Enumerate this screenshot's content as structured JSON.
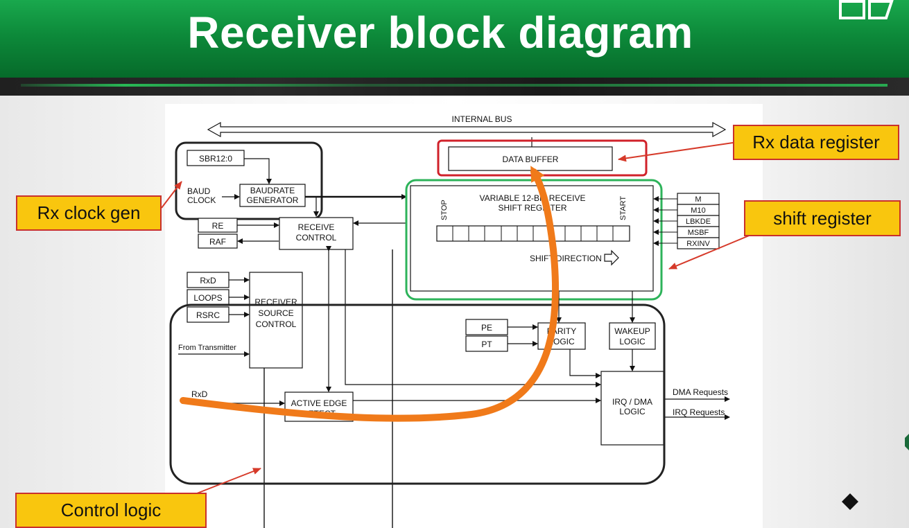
{
  "slide": {
    "title": "Receiver block diagram"
  },
  "diagram": {
    "internal_bus": "INTERNAL BUS",
    "data_buffer": "DATA BUFFER",
    "sbr": "SBR12:0",
    "baud_clock_1": "BAUD",
    "baud_clock_2": "CLOCK",
    "baudrate_gen_1": "BAUDRATE",
    "baudrate_gen_2": "GENERATOR",
    "re": "RE",
    "raf": "RAF",
    "receive_control_1": "RECEIVE",
    "receive_control_2": "CONTROL",
    "shift_reg_1": "VARIABLE 12-BIT RECEIVE",
    "shift_reg_2": "SHIFT REGISTER",
    "stop": "STOP",
    "start": "START",
    "shift_direction": "SHIFT DIRECTION",
    "m": "M",
    "m10": "M10",
    "lbkde": "LBKDE",
    "msbf": "MSBF",
    "rxinv": "RXINV",
    "rxd_box": "RxD",
    "loops": "LOOPS",
    "rsrc": "RSRC",
    "receiver_source_1": "RECEIVER",
    "receiver_source_2": "SOURCE",
    "receiver_source_3": "CONTROL",
    "from_transmitter": "From Transmitter",
    "rxd_line": "RxD",
    "active_edge_1": "ACTIVE EDGE",
    "active_edge_2": "DETECT",
    "pe": "PE",
    "pt": "PT",
    "parity_1": "PARITY",
    "parity_2": "LOGIC",
    "wakeup_1": "WAKEUP",
    "wakeup_2": "LOGIC",
    "irq_dma_1": "IRQ / DMA",
    "irq_dma_2": "LOGIC",
    "dma_requests": "DMA Requests",
    "irq_requests": "IRQ Requests"
  },
  "callouts": {
    "rx_data_register": "Rx data register",
    "rx_clock_gen": "Rx clock gen",
    "shift_register": "shift register",
    "control_logic": "Control logic"
  },
  "colors": {
    "header_green": "#0d8a3a",
    "callout_fill": "#f9c60e",
    "callout_border": "#c9302c",
    "data_path_arrow": "#f07a1a",
    "data_buffer_outline": "#d0212a",
    "shift_register_outline": "#2db35a"
  }
}
